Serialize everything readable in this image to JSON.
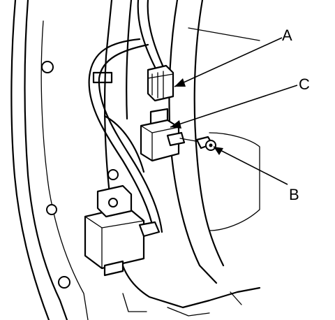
{
  "callouts": {
    "a": {
      "label": "A"
    },
    "b": {
      "label": "B"
    },
    "c": {
      "label": "C"
    }
  }
}
